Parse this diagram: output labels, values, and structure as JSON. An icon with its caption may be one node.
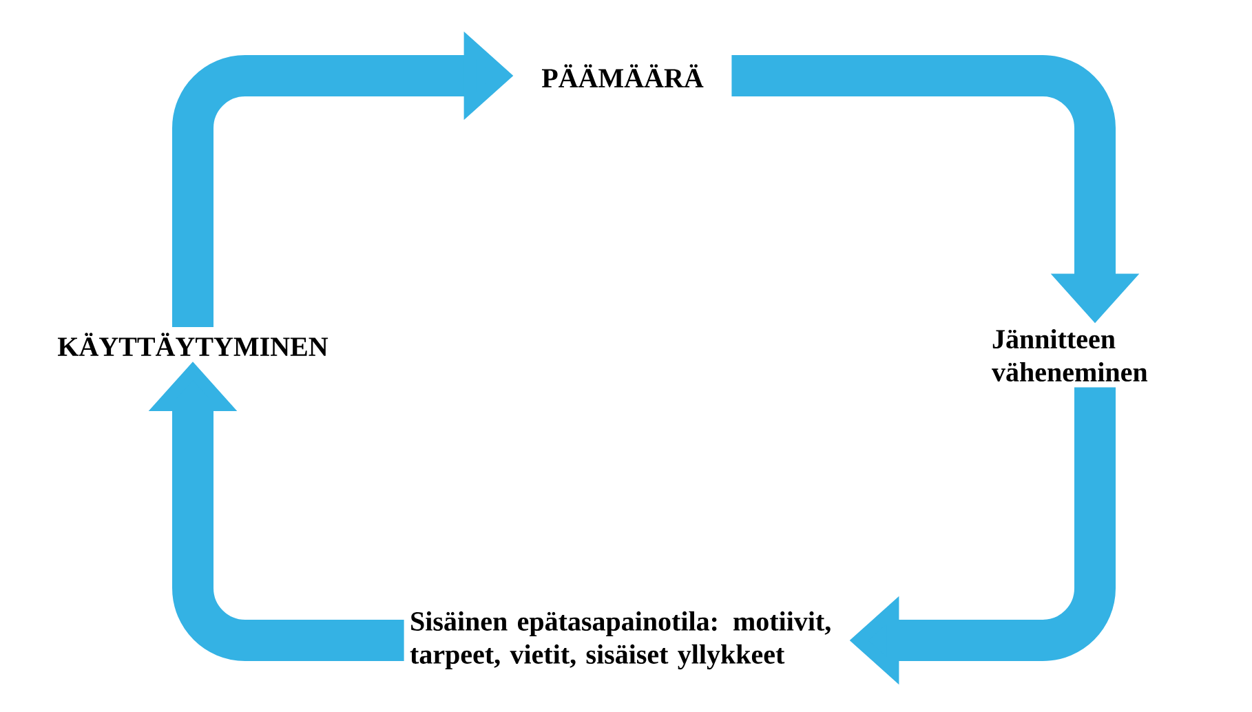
{
  "diagram": {
    "nodes": [
      {
        "text": [
          "PÄÄMÄÄRÄ"
        ]
      },
      {
        "text": [
          "Jännitteen väheneminen"
        ]
      },
      {
        "text": [
          "Sisäinen epätasapainotila: motiivit, tarpeet, vietit, sisäiset yllykkeet"
        ]
      },
      {
        "text": [
          "KÄYTTÄYTYMINEN"
        ]
      }
    ],
    "edges": [
      {
        "from": 0,
        "to": 1,
        "arrow": "to"
      },
      {
        "from": 1,
        "to": 2,
        "arrow": "to"
      },
      {
        "from": 2,
        "to": 3,
        "arrow": "to"
      },
      {
        "from": 3,
        "to": 0,
        "arrow": "to"
      }
    ]
  }
}
